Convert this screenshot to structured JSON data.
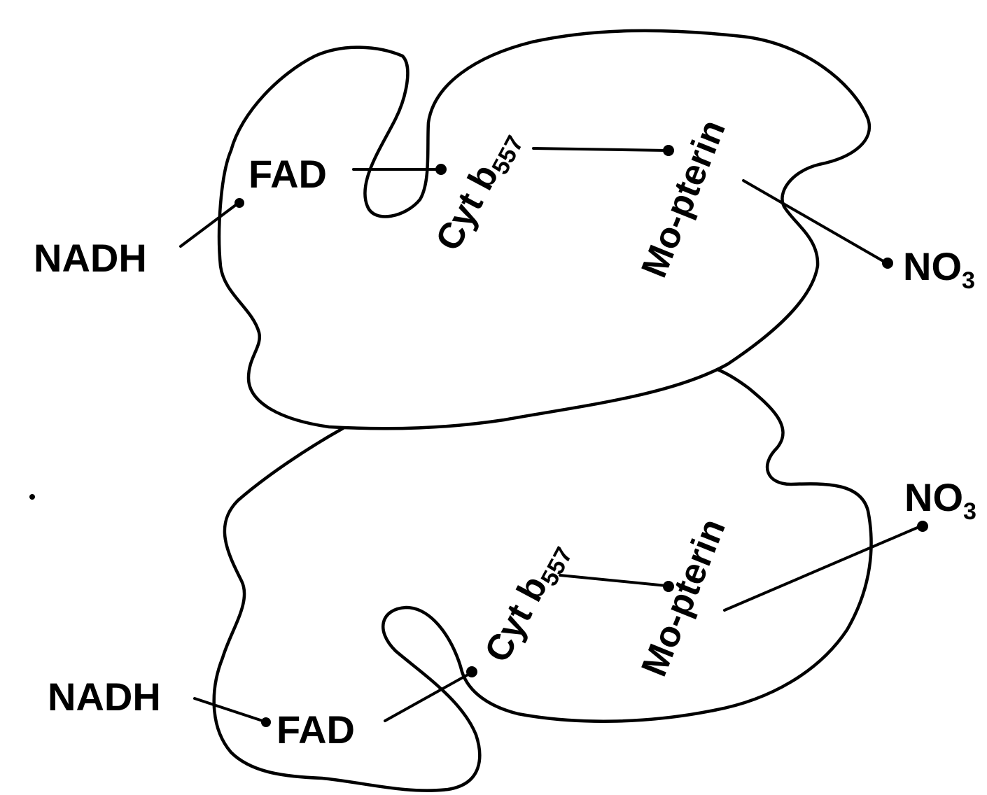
{
  "colors": {
    "ink": "#000000",
    "background": "#ffffff"
  },
  "top_subunit": {
    "nadh": "NADH",
    "fad": "FAD",
    "cyt_prefix": "Cyt b",
    "cyt_sub": "557",
    "mo": "Mo-pterin",
    "no3": "NO",
    "no3_sub": "3"
  },
  "bottom_subunit": {
    "nadh": "NADH",
    "fad": "FAD",
    "cyt_prefix": "Cyt b",
    "cyt_sub": "557",
    "mo": "Mo-pterin",
    "no3": "NO",
    "no3_sub": "3"
  }
}
